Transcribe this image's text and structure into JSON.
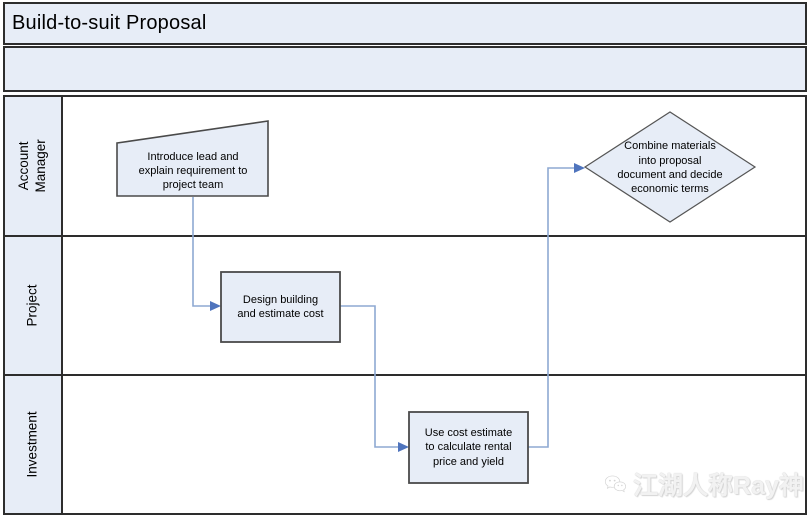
{
  "title": "Build-to-suit Proposal",
  "lanes": [
    {
      "label": "Account\nManager"
    },
    {
      "label": "Project"
    },
    {
      "label": "Investment"
    }
  ],
  "shapes": {
    "manual_input": {
      "text": "Introduce lead and\nexplain requirement to\nproject team"
    },
    "process_design": {
      "text": "Design building\nand estimate cost"
    },
    "process_cost": {
      "text": "Use cost estimate\nto calculate rental\nprice and yield"
    },
    "decision": {
      "text": "Combine materials\ninto proposal\ndocument and decide\neconomic terms"
    }
  },
  "watermark": {
    "text": "江湖人称Ray神",
    "icon": "wechat-icon"
  },
  "colors": {
    "shape_fill": "#e7edf7",
    "frame_border": "#2d2d2d",
    "shape_border": "#4a4a4a",
    "connector_line": "#8ea9d2",
    "connector_arrow": "#4f74bd"
  }
}
